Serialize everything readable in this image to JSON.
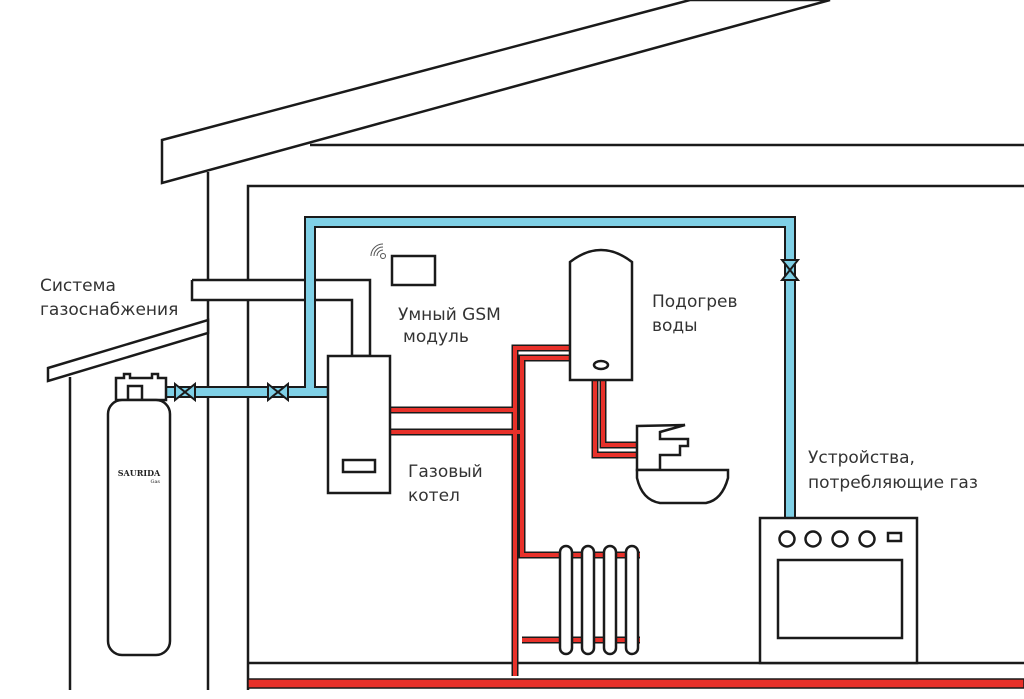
{
  "labels": {
    "gas_supply": [
      "Система",
      "газоснабжения"
    ],
    "gsm_module": [
      "Умный GSM",
      "модуль"
    ],
    "water_heater": [
      "Подогрев",
      "воды"
    ],
    "boiler": [
      "Газовый",
      "котел"
    ],
    "gas_devices": [
      "Устройства,",
      "потребляющие газ"
    ]
  },
  "cylinder": {
    "brand": "SAURIDA",
    "sub": "Gas"
  },
  "colors": {
    "gas_pipe": "#7fd0e6",
    "hot_pipe": "#e8312a",
    "line": "#1a1a1a"
  }
}
